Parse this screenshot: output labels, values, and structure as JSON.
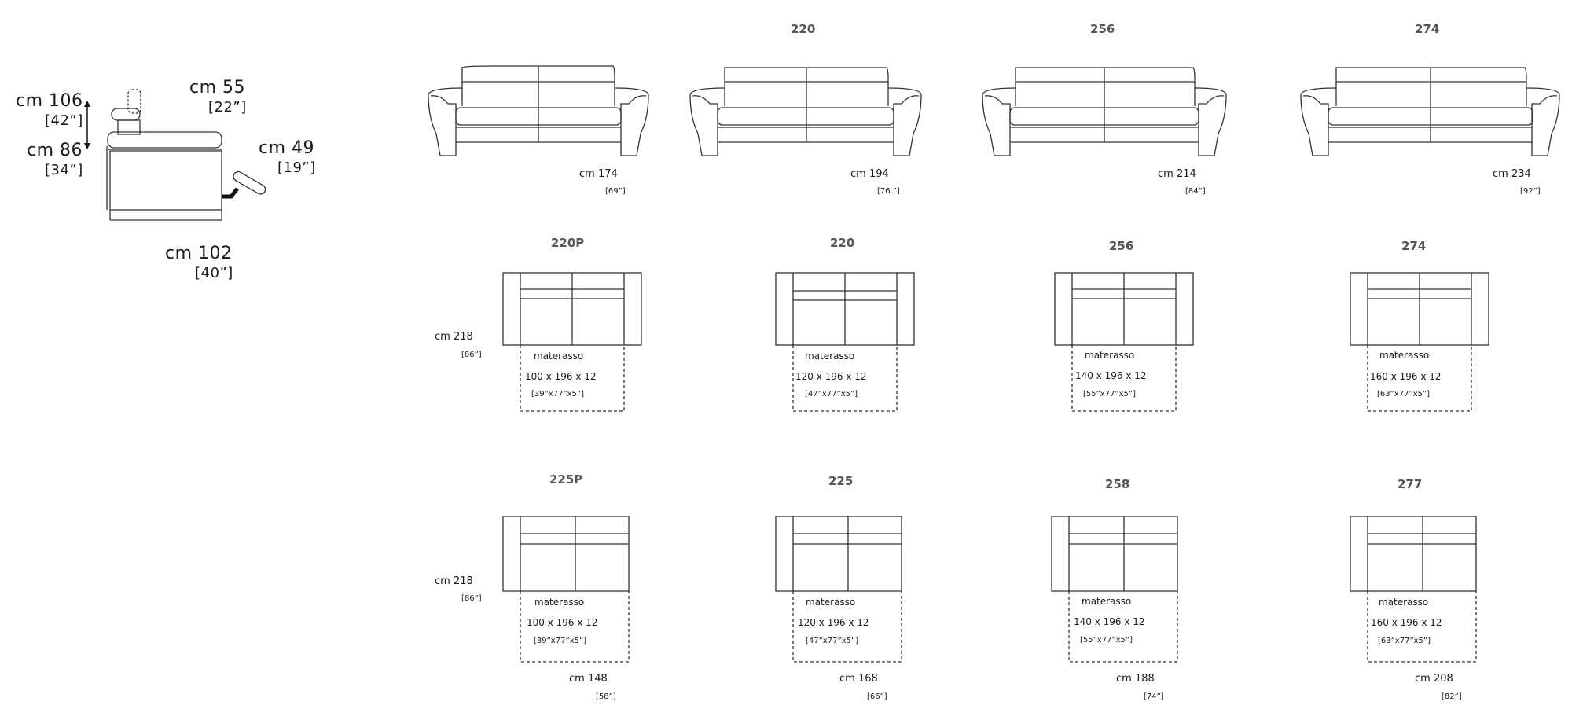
{
  "side_view": {
    "height_max": "cm 106",
    "height_max_in": "[42”]",
    "height_min": "cm 86",
    "height_min_in": "[34”]",
    "headrest": "cm 55",
    "headrest_in": "[22”]",
    "footrest": "cm 49",
    "footrest_in": "[19”]",
    "depth": "cm 102",
    "depth_in": "[40”]"
  },
  "front_row": [
    {
      "code": "220",
      "width": "cm 174",
      "width_in": "[69”]"
    },
    {
      "code": "256",
      "width": "cm 194",
      "width_in": "[76 ”]"
    },
    {
      "code": "274",
      "width": "cm 214",
      "width_in": "[84”]"
    },
    {
      "code": "",
      "width": "cm 234",
      "width_in": "[92”]"
    }
  ],
  "plan_row_1": {
    "depth": "cm 218",
    "depth_in": "[86”]",
    "items": [
      {
        "code": "220P",
        "mattress_label": "materasso",
        "mattress_size": "100 x 196 x 12",
        "mattress_in": "[39”x77”x5”]"
      },
      {
        "code": "220",
        "mattress_label": "materasso",
        "mattress_size": "120 x 196 x 12",
        "mattress_in": "[47”x77”x5”]"
      },
      {
        "code": "256",
        "mattress_label": "materasso",
        "mattress_size": "140 x 196 x 12",
        "mattress_in": "[55”x77”x5”]"
      },
      {
        "code": "274",
        "mattress_label": "materasso",
        "mattress_size": "160 x 196 x 12",
        "mattress_in": "[63”x77”x5”]"
      }
    ]
  },
  "plan_row_2": {
    "depth": "cm 218",
    "depth_in": "[86”]",
    "items": [
      {
        "code": "225P",
        "mattress_label": "materasso",
        "mattress_size": "100 x 196 x 12",
        "mattress_in": "[39”x77”x5”]",
        "width": "cm 148",
        "width_in": "[58”]"
      },
      {
        "code": "225",
        "mattress_label": "materasso",
        "mattress_size": "120 x 196 x 12",
        "mattress_in": "[47”x77”x5”]",
        "width": "cm 168",
        "width_in": "[66”]"
      },
      {
        "code": "258",
        "mattress_label": "materasso",
        "mattress_size": "140 x 196 x 12",
        "mattress_in": "[55”x77”x5”]",
        "width": "cm 188",
        "width_in": "[74”]"
      },
      {
        "code": "277",
        "mattress_label": "materasso",
        "mattress_size": "160 x 196 x 12",
        "mattress_in": "[63”x77”x5”]",
        "width": "cm 208",
        "width_in": "[82”]"
      }
    ]
  }
}
